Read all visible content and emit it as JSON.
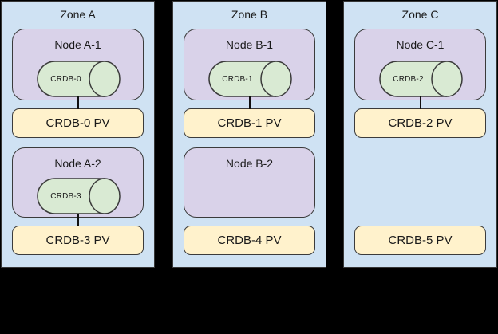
{
  "diagram": {
    "background": "#000000",
    "zone_fill": "#cfe2f3",
    "node_fill": "#d9d2e9",
    "cylinder_fill": "#d9ead3",
    "pv_fill": "#fff2cc",
    "border_color": "#3b3b3b"
  },
  "zones": [
    {
      "title": "Zone A",
      "nodes": [
        {
          "label": "Node A-1",
          "cylinder_label": "CRDB-0"
        },
        {
          "label": "Node A-2",
          "cylinder_label": "CRDB-3"
        }
      ],
      "pvs": [
        "CRDB-0 PV",
        "CRDB-3 PV"
      ]
    },
    {
      "title": "Zone B",
      "nodes": [
        {
          "label": "Node B-1",
          "cylinder_label": "CRDB-1"
        },
        {
          "label": "Node B-2"
        }
      ],
      "pvs": [
        "CRDB-1 PV",
        "CRDB-4 PV"
      ]
    },
    {
      "title": "Zone C",
      "nodes": [
        {
          "label": "Node C-1",
          "cylinder_label": "CRDB-2"
        }
      ],
      "pvs": [
        "CRDB-2 PV",
        "CRDB-5 PV"
      ]
    }
  ]
}
